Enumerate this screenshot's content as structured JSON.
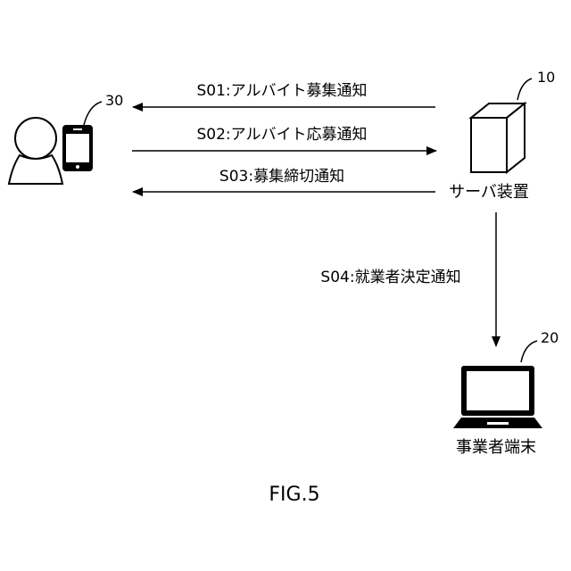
{
  "diagram": {
    "user": {
      "ref": "30"
    },
    "server": {
      "ref": "10",
      "label": "サーバ装置"
    },
    "terminal": {
      "ref": "20",
      "label": "事業者端末"
    },
    "messages": {
      "s01": "S01:アルバイト募集通知",
      "s02": "S02:アルバイト応募通知",
      "s03": "S03:募集締切通知",
      "s04": "S04:就業者決定通知"
    },
    "figure_label": "FIG.5"
  }
}
